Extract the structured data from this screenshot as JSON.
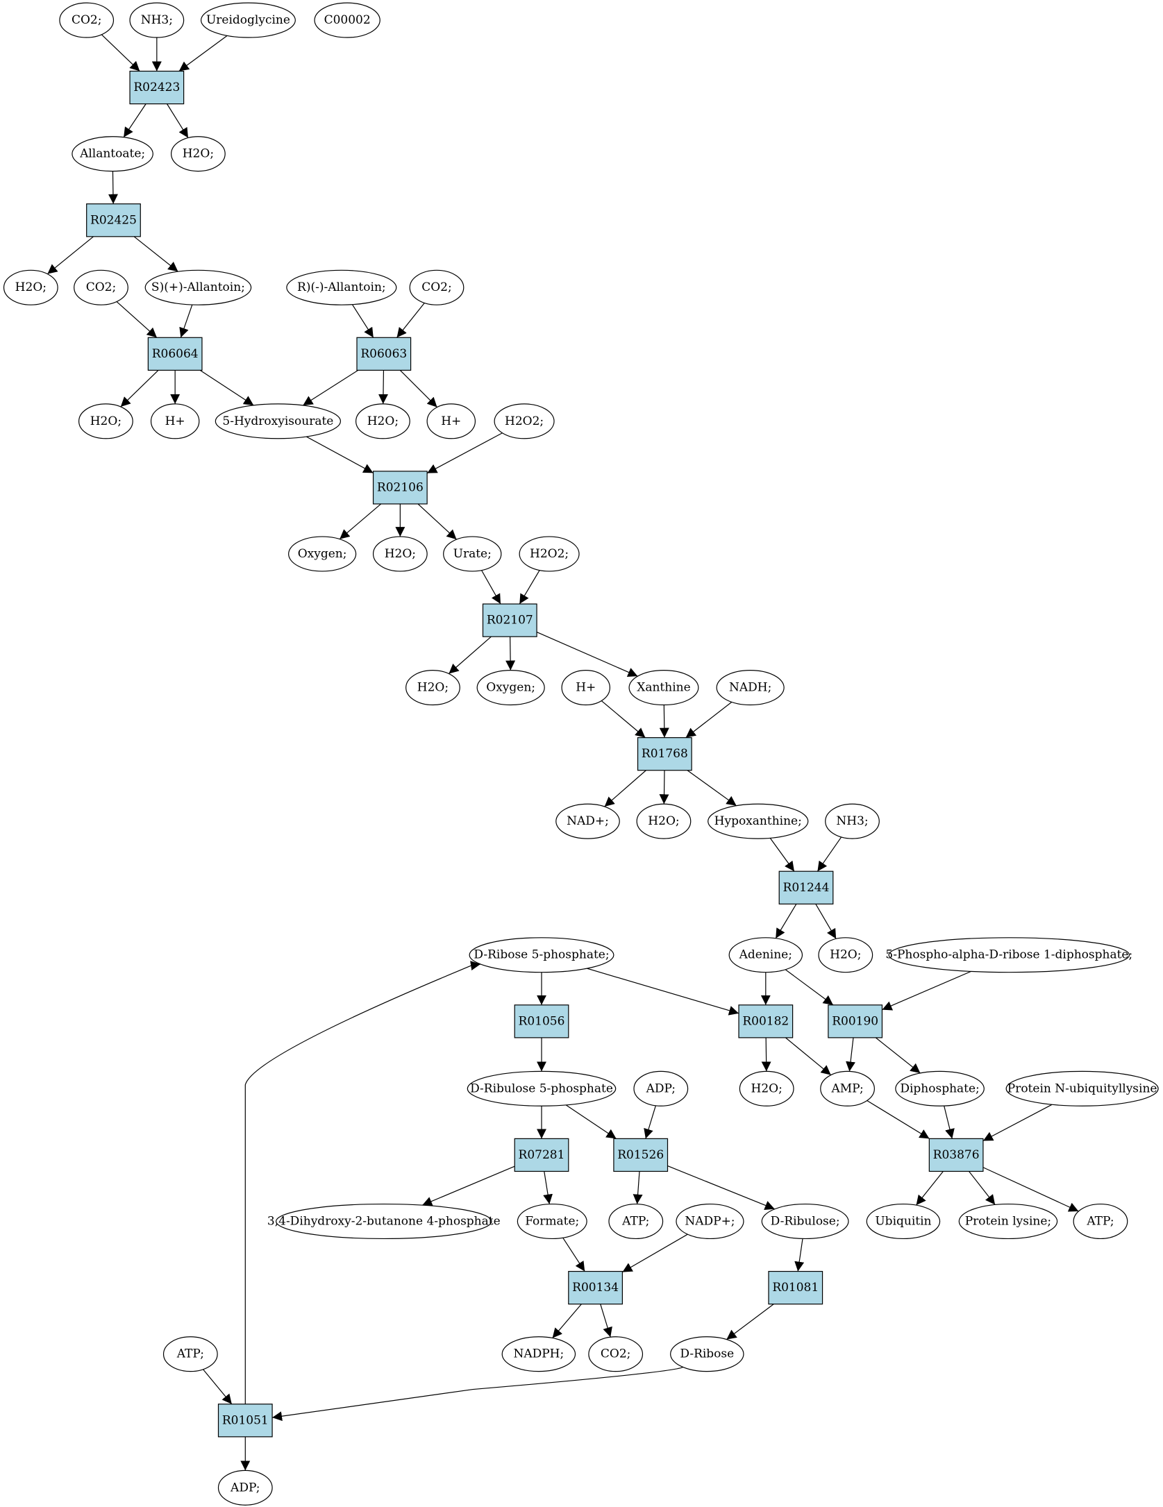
{
  "colors": {
    "reaction_fill": "#add8e6",
    "compound_fill": "#ffffff",
    "highlight_yellow": "#ffff00",
    "highlight_green": "#00ee00",
    "stroke": "#000000"
  },
  "nodes": [
    {
      "id": "c1",
      "label": "CO2;",
      "kind": "compound"
    },
    {
      "id": "c2",
      "label": "NH3;",
      "kind": "compound"
    },
    {
      "id": "c3",
      "label": "Ureidoglycine",
      "kind": "compound"
    },
    {
      "id": "c4",
      "label": "C00002",
      "kind": "compound",
      "fill": "#ffff00"
    },
    {
      "id": "R02423",
      "label": "R02423",
      "kind": "reaction"
    },
    {
      "id": "c5",
      "label": "Allantoate;",
      "kind": "compound"
    },
    {
      "id": "c6",
      "label": "H2O;",
      "kind": "compound"
    },
    {
      "id": "R02425",
      "label": "R02425",
      "kind": "reaction"
    },
    {
      "id": "c7",
      "label": "H2O;",
      "kind": "compound"
    },
    {
      "id": "c8",
      "label": "CO2;",
      "kind": "compound"
    },
    {
      "id": "c9",
      "label": "S)(+)-Allantoin;",
      "kind": "compound"
    },
    {
      "id": "c10",
      "label": "R)(-)-Allantoin;",
      "kind": "compound"
    },
    {
      "id": "c11",
      "label": "CO2;",
      "kind": "compound"
    },
    {
      "id": "R06064",
      "label": "R06064",
      "kind": "reaction"
    },
    {
      "id": "R06063",
      "label": "R06063",
      "kind": "reaction"
    },
    {
      "id": "c12",
      "label": "H2O;",
      "kind": "compound"
    },
    {
      "id": "c13",
      "label": "H+",
      "kind": "compound"
    },
    {
      "id": "c14",
      "label": "5-Hydroxyisourate",
      "kind": "compound"
    },
    {
      "id": "c15",
      "label": "H2O;",
      "kind": "compound"
    },
    {
      "id": "c16",
      "label": "H+",
      "kind": "compound"
    },
    {
      "id": "c17",
      "label": "H2O2;",
      "kind": "compound"
    },
    {
      "id": "R02106",
      "label": "R02106",
      "kind": "reaction"
    },
    {
      "id": "c18",
      "label": "Oxygen;",
      "kind": "compound"
    },
    {
      "id": "c19",
      "label": "H2O;",
      "kind": "compound"
    },
    {
      "id": "c20",
      "label": "Urate;",
      "kind": "compound"
    },
    {
      "id": "c21",
      "label": "H2O2;",
      "kind": "compound"
    },
    {
      "id": "R02107",
      "label": "R02107",
      "kind": "reaction"
    },
    {
      "id": "c22",
      "label": "H2O;",
      "kind": "compound"
    },
    {
      "id": "c23",
      "label": "Oxygen;",
      "kind": "compound"
    },
    {
      "id": "c24",
      "label": "H+",
      "kind": "compound"
    },
    {
      "id": "c25",
      "label": "Xanthine",
      "kind": "compound"
    },
    {
      "id": "c26",
      "label": "NADH;",
      "kind": "compound"
    },
    {
      "id": "R01768",
      "label": "R01768",
      "kind": "reaction"
    },
    {
      "id": "c27",
      "label": "NAD+;",
      "kind": "compound"
    },
    {
      "id": "c28",
      "label": "H2O;",
      "kind": "compound"
    },
    {
      "id": "c29",
      "label": "Hypoxanthine;",
      "kind": "compound"
    },
    {
      "id": "c30",
      "label": "NH3;",
      "kind": "compound"
    },
    {
      "id": "R01244",
      "label": "R01244",
      "kind": "reaction"
    },
    {
      "id": "c31",
      "label": "D-Ribose 5-phosphate;",
      "kind": "compound",
      "fill": "#00ee00"
    },
    {
      "id": "c32",
      "label": "Adenine;",
      "kind": "compound"
    },
    {
      "id": "c33",
      "label": "H2O;",
      "kind": "compound"
    },
    {
      "id": "c34",
      "label": "5-Phospho-alpha-D-ribose 1-diphosphate;",
      "kind": "compound"
    },
    {
      "id": "R01056",
      "label": "R01056",
      "kind": "reaction"
    },
    {
      "id": "R00182",
      "label": "R00182",
      "kind": "reaction"
    },
    {
      "id": "R00190",
      "label": "R00190",
      "kind": "reaction"
    },
    {
      "id": "c35",
      "label": "D-Ribulose 5-phosphate",
      "kind": "compound"
    },
    {
      "id": "c36",
      "label": "ADP;",
      "kind": "compound"
    },
    {
      "id": "c37",
      "label": "H2O;",
      "kind": "compound"
    },
    {
      "id": "c38",
      "label": "AMP;",
      "kind": "compound"
    },
    {
      "id": "c39",
      "label": "Diphosphate;",
      "kind": "compound"
    },
    {
      "id": "c40",
      "label": "Protein N-ubiquityllysine",
      "kind": "compound"
    },
    {
      "id": "R07281",
      "label": "R07281",
      "kind": "reaction"
    },
    {
      "id": "R01526",
      "label": "R01526",
      "kind": "reaction"
    },
    {
      "id": "R03876",
      "label": "R03876",
      "kind": "reaction"
    },
    {
      "id": "c41",
      "label": "3,4-Dihydroxy-2-butanone 4-phosphate",
      "kind": "compound"
    },
    {
      "id": "c42",
      "label": "Formate;",
      "kind": "compound"
    },
    {
      "id": "c43",
      "label": "ATP;",
      "kind": "compound"
    },
    {
      "id": "c44",
      "label": "NADP+;",
      "kind": "compound"
    },
    {
      "id": "c45",
      "label": "D-Ribulose;",
      "kind": "compound"
    },
    {
      "id": "c46",
      "label": "Ubiquitin",
      "kind": "compound"
    },
    {
      "id": "c47",
      "label": "Protein lysine;",
      "kind": "compound"
    },
    {
      "id": "c48",
      "label": "ATP;",
      "kind": "compound"
    },
    {
      "id": "R00134",
      "label": "R00134",
      "kind": "reaction"
    },
    {
      "id": "R01081",
      "label": "R01081",
      "kind": "reaction"
    },
    {
      "id": "c49",
      "label": "ATP;",
      "kind": "compound"
    },
    {
      "id": "c50",
      "label": "NADPH;",
      "kind": "compound"
    },
    {
      "id": "c51",
      "label": "CO2;",
      "kind": "compound"
    },
    {
      "id": "c52",
      "label": "D-Ribose",
      "kind": "compound"
    },
    {
      "id": "R01051",
      "label": "R01051",
      "kind": "reaction"
    },
    {
      "id": "c53",
      "label": "ADP;",
      "kind": "compound"
    }
  ],
  "edges": [
    [
      "c1",
      "R02423"
    ],
    [
      "c2",
      "R02423"
    ],
    [
      "c3",
      "R02423"
    ],
    [
      "R02423",
      "c5"
    ],
    [
      "R02423",
      "c6"
    ],
    [
      "c5",
      "R02425"
    ],
    [
      "R02425",
      "c7"
    ],
    [
      "R02425",
      "c9"
    ],
    [
      "c8",
      "R06064"
    ],
    [
      "c9",
      "R06064"
    ],
    [
      "c10",
      "R06063"
    ],
    [
      "c11",
      "R06063"
    ],
    [
      "R06064",
      "c12"
    ],
    [
      "R06064",
      "c13"
    ],
    [
      "R06064",
      "c14"
    ],
    [
      "R06063",
      "c14"
    ],
    [
      "R06063",
      "c15"
    ],
    [
      "R06063",
      "c16"
    ],
    [
      "c14",
      "R02106"
    ],
    [
      "c17",
      "R02106"
    ],
    [
      "R02106",
      "c18"
    ],
    [
      "R02106",
      "c19"
    ],
    [
      "R02106",
      "c20"
    ],
    [
      "c20",
      "R02107"
    ],
    [
      "c21",
      "R02107"
    ],
    [
      "R02107",
      "c22"
    ],
    [
      "R02107",
      "c23"
    ],
    [
      "R02107",
      "c25"
    ],
    [
      "c24",
      "R01768"
    ],
    [
      "c25",
      "R01768"
    ],
    [
      "c26",
      "R01768"
    ],
    [
      "R01768",
      "c27"
    ],
    [
      "R01768",
      "c28"
    ],
    [
      "R01768",
      "c29"
    ],
    [
      "c29",
      "R01244"
    ],
    [
      "c30",
      "R01244"
    ],
    [
      "R01244",
      "c32"
    ],
    [
      "R01244",
      "c33"
    ],
    [
      "c31",
      "R01056"
    ],
    [
      "c31",
      "R00182"
    ],
    [
      "c32",
      "R00182"
    ],
    [
      "c32",
      "R00190"
    ],
    [
      "c34",
      "R00190"
    ],
    [
      "R01056",
      "c35"
    ],
    [
      "R00182",
      "c37"
    ],
    [
      "R00182",
      "c38"
    ],
    [
      "R00190",
      "c38"
    ],
    [
      "R00190",
      "c39"
    ],
    [
      "c35",
      "R07281"
    ],
    [
      "c35",
      "R01526"
    ],
    [
      "c36",
      "R01526"
    ],
    [
      "c38",
      "R03876"
    ],
    [
      "c39",
      "R03876"
    ],
    [
      "c40",
      "R03876"
    ],
    [
      "R07281",
      "c41"
    ],
    [
      "R07281",
      "c42"
    ],
    [
      "R01526",
      "c43"
    ],
    [
      "R01526",
      "c45"
    ],
    [
      "R03876",
      "c46"
    ],
    [
      "R03876",
      "c47"
    ],
    [
      "R03876",
      "c48"
    ],
    [
      "c42",
      "R00134"
    ],
    [
      "c44",
      "R00134"
    ],
    [
      "c45",
      "R01081"
    ],
    [
      "R00134",
      "c50"
    ],
    [
      "R00134",
      "c51"
    ],
    [
      "R01081",
      "c52"
    ],
    [
      "c49",
      "R01051"
    ],
    [
      "c52",
      "R01051"
    ],
    [
      "R01051",
      "c53"
    ],
    [
      "R01051",
      "c31"
    ]
  ]
}
